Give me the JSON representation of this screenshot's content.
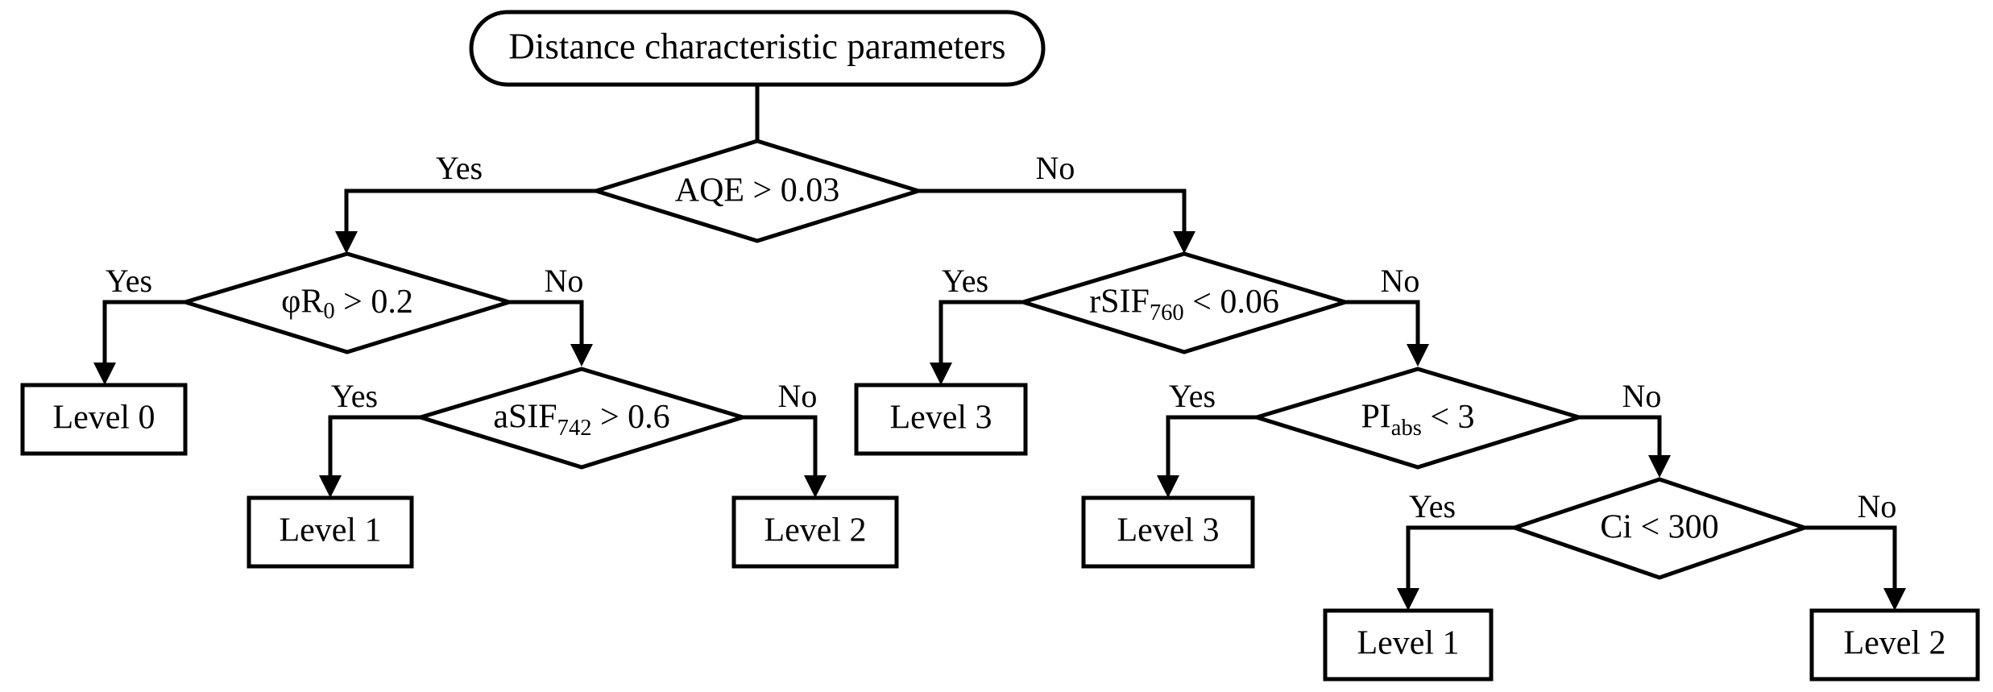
{
  "diagram": {
    "title": "Distance characteristic parameters decision tree",
    "colors": {
      "stroke": "#000000",
      "fill": "#ffffff",
      "background": "#ffffff"
    },
    "root": {
      "id": "root",
      "shape": "rounded-rectangle",
      "label": "Distance characteristic parameters"
    },
    "decisions": [
      {
        "id": "aqe",
        "shape": "diamond",
        "label": "AQE > 0.03",
        "base": "AQE",
        "sub": "",
        "op": " > 0.03"
      },
      {
        "id": "phir0",
        "shape": "diamond",
        "label": "φR0 > 0.2",
        "base": "φR",
        "sub": "0",
        "op": " > 0.2"
      },
      {
        "id": "rsif760",
        "shape": "diamond",
        "label": "rSIF760 < 0.06",
        "base": "rSIF",
        "sub": "760",
        "op": " < 0.06"
      },
      {
        "id": "asif742",
        "shape": "diamond",
        "label": "aSIF742 > 0.6",
        "base": "aSIF",
        "sub": "742",
        "op": " > 0.6"
      },
      {
        "id": "piabs",
        "shape": "diamond",
        "label": "PIabs < 3",
        "base": "PI",
        "sub": "abs",
        "op": " < 3"
      },
      {
        "id": "ci",
        "shape": "diamond",
        "label": "Ci < 300",
        "base": "Ci",
        "sub": "",
        "op": " < 300"
      }
    ],
    "outcomes": [
      {
        "id": "level0",
        "shape": "rectangle",
        "label": "Level 0"
      },
      {
        "id": "level1_a",
        "shape": "rectangle",
        "label": "Level 1"
      },
      {
        "id": "level2_a",
        "shape": "rectangle",
        "label": "Level 2"
      },
      {
        "id": "level3_a",
        "shape": "rectangle",
        "label": "Level 3"
      },
      {
        "id": "level3_b",
        "shape": "rectangle",
        "label": "Level 3"
      },
      {
        "id": "level1_b",
        "shape": "rectangle",
        "label": "Level 1"
      },
      {
        "id": "level2_b",
        "shape": "rectangle",
        "label": "Level 2"
      }
    ],
    "edge_labels": {
      "yes": "Yes",
      "no": "No"
    },
    "edges": [
      {
        "from": "root",
        "to": "aqe",
        "label": ""
      },
      {
        "from": "aqe",
        "to": "phir0",
        "label": "Yes"
      },
      {
        "from": "aqe",
        "to": "rsif760",
        "label": "No"
      },
      {
        "from": "phir0",
        "to": "level0",
        "label": "Yes"
      },
      {
        "from": "phir0",
        "to": "asif742",
        "label": "No"
      },
      {
        "from": "asif742",
        "to": "level1_a",
        "label": "Yes"
      },
      {
        "from": "asif742",
        "to": "level2_a",
        "label": "No"
      },
      {
        "from": "rsif760",
        "to": "level3_a",
        "label": "Yes"
      },
      {
        "from": "rsif760",
        "to": "piabs",
        "label": "No"
      },
      {
        "from": "piabs",
        "to": "level3_b",
        "label": "Yes"
      },
      {
        "from": "piabs",
        "to": "ci",
        "label": "No"
      },
      {
        "from": "ci",
        "to": "level1_b",
        "label": "Yes"
      },
      {
        "from": "ci",
        "to": "level2_b",
        "label": "No"
      }
    ]
  }
}
